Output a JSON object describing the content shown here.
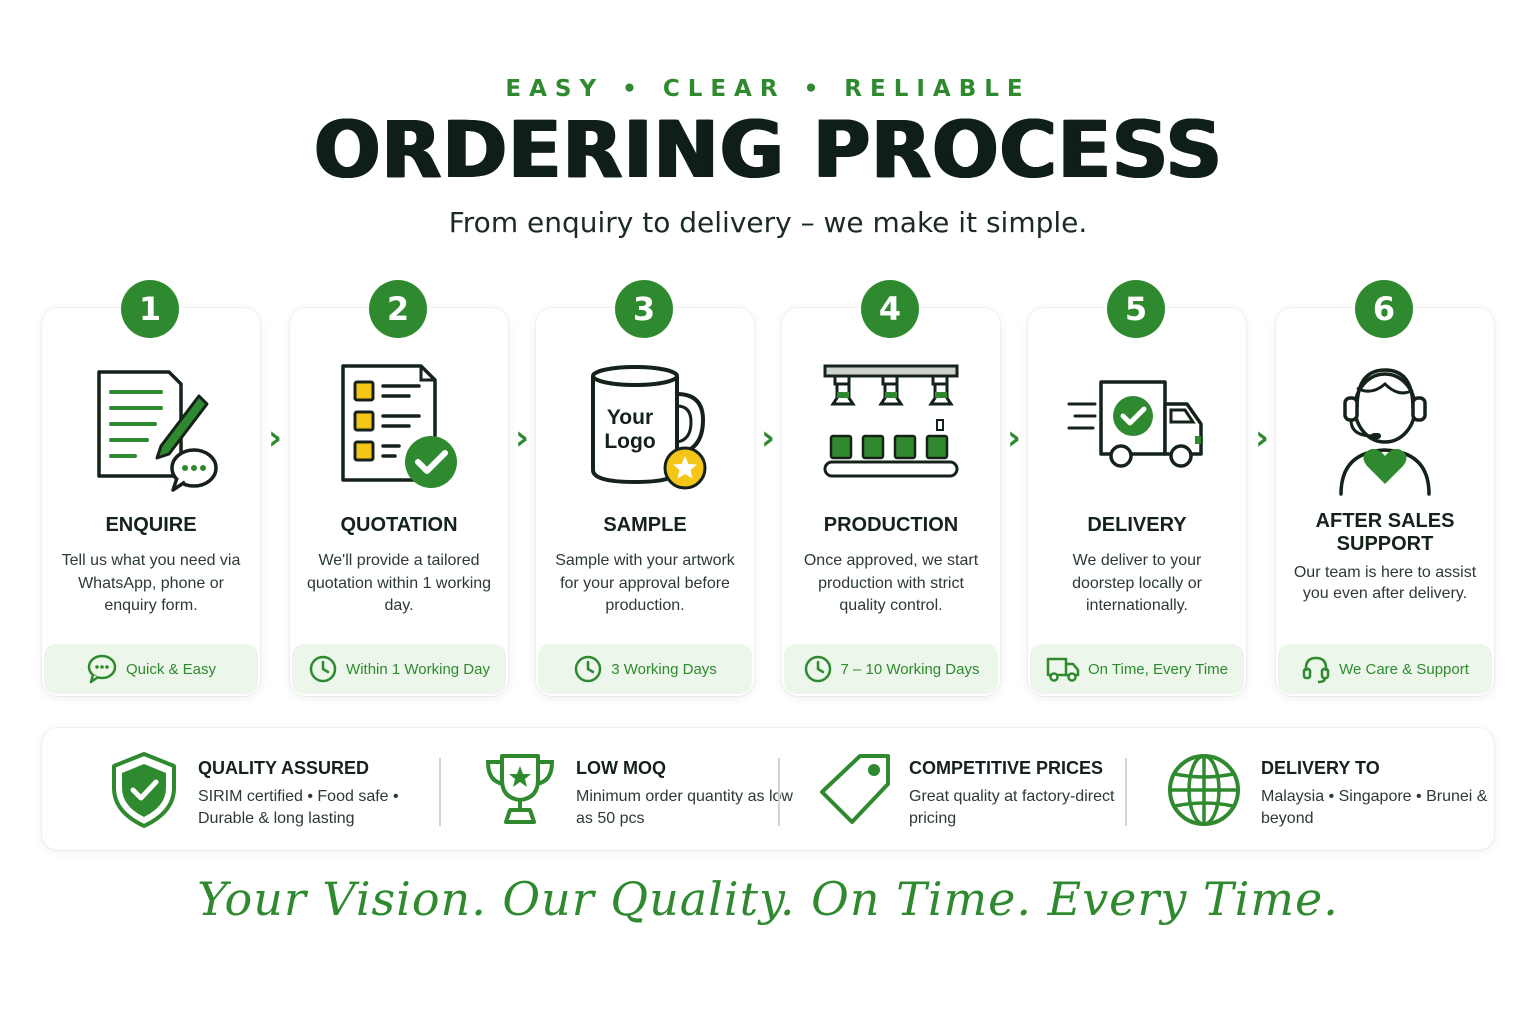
{
  "header": {
    "tagline": [
      "EASY",
      "CLEAR",
      "RELIABLE"
    ],
    "tagline_separator": "•",
    "title": "ORDERING PROCESS",
    "subtitle": "From enquiry to delivery – we make it simple."
  },
  "arrow_glyph": "›",
  "steps": [
    {
      "number": "1",
      "title": "ENQUIRE",
      "description": "Tell us what you need via WhatsApp, phone or enquiry form.",
      "pill": "Quick & Easy",
      "pill_icon": "chat-bubble-icon",
      "icon": "form-with-pen-icon"
    },
    {
      "number": "2",
      "title": "QUOTATION",
      "description": "We'll provide a tailored quotation within 1 working day.",
      "pill": "Within 1 Working Day",
      "pill_icon": "clock-icon",
      "icon": "checklist-document-icon"
    },
    {
      "number": "3",
      "title": "SAMPLE",
      "description": "Sample with your artwork for your approval before production.",
      "pill": "3 Working Days",
      "pill_icon": "clock-icon",
      "icon": "mug-with-logo-icon",
      "mug_text": "Your Logo"
    },
    {
      "number": "4",
      "title": "PRODUCTION",
      "description": "Once approved, we start production with strict quality control.",
      "pill": "7 – 10 Working Days",
      "pill_icon": "clock-icon",
      "icon": "production-line-icon"
    },
    {
      "number": "5",
      "title": "DELIVERY",
      "description": "We deliver to your doorstep locally or internationally.",
      "pill": "On Time, Every Time",
      "pill_icon": "truck-icon",
      "icon": "delivery-truck-icon"
    },
    {
      "number": "6",
      "title": "AFTER SALES SUPPORT",
      "description": "Our team is here to assist you even after delivery.",
      "pill": "We Care & Support",
      "pill_icon": "headset-icon",
      "icon": "support-agent-icon"
    }
  ],
  "features": [
    {
      "title": "QUALITY ASSURED",
      "description": "SIRIM certified • Food safe • Durable & long lasting",
      "icon": "shield-check-icon"
    },
    {
      "title": "LOW MOQ",
      "description": "Minimum order quantity as low as 50 pcs",
      "icon": "trophy-icon"
    },
    {
      "title": "COMPETITIVE PRICES",
      "description": "Great quality at factory-direct pricing",
      "icon": "price-tag-icon"
    },
    {
      "title": "DELIVERY TO",
      "description": "Malaysia • Singapore • Brunei & beyond",
      "icon": "globe-icon"
    }
  ],
  "slogan": "Your Vision. Our Quality. On Time. Every Time.",
  "colors": {
    "accent": "#2f8a2f",
    "title": "#0f1f18",
    "pill_bg": "#ecf6ea",
    "coin": "#f5c518"
  }
}
